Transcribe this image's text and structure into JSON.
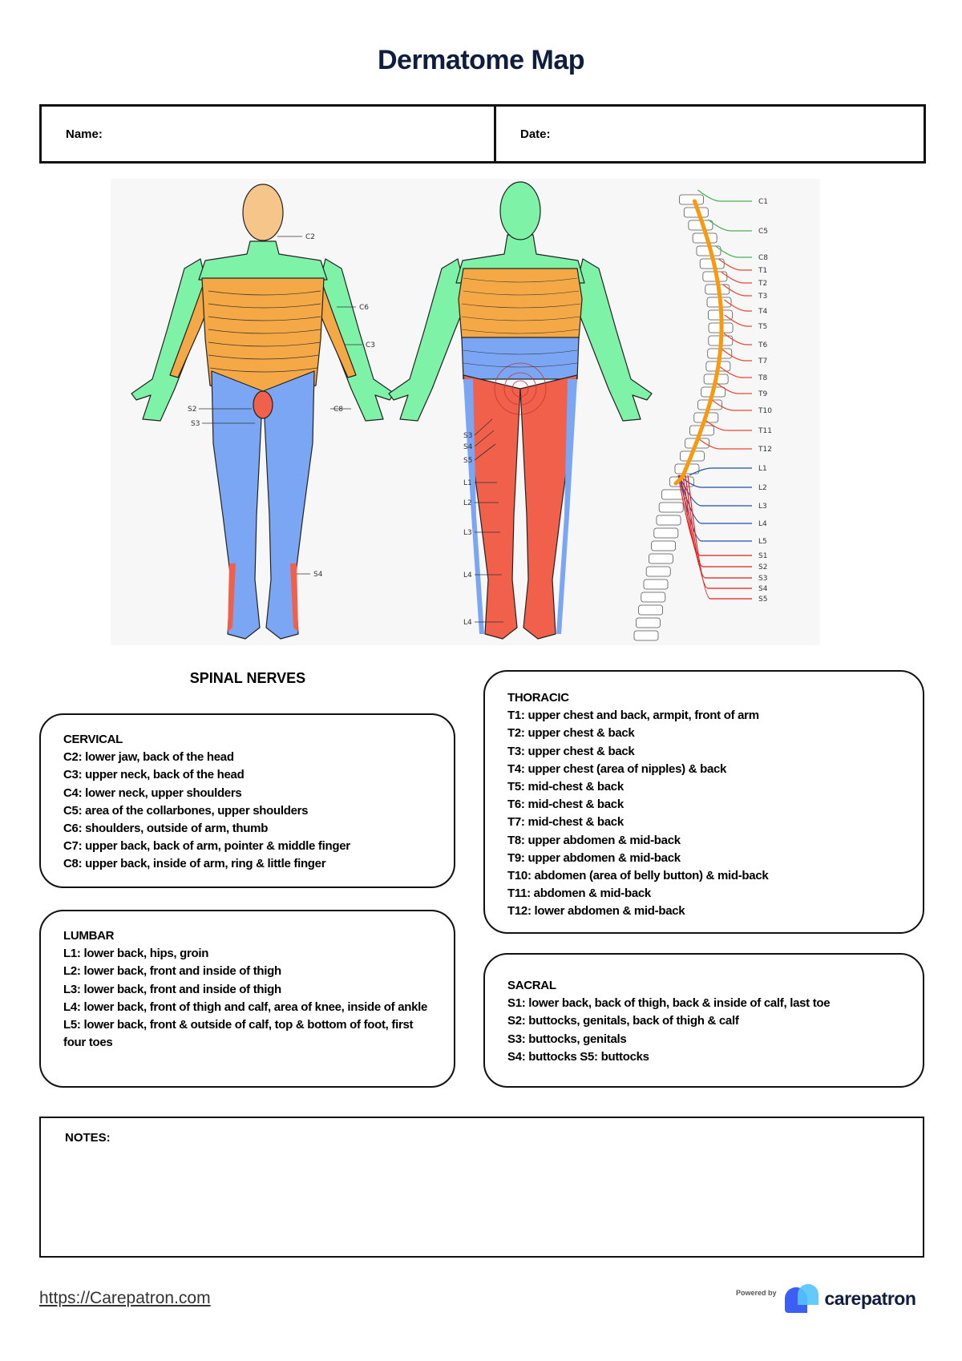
{
  "title": "Dermatome Map",
  "form": {
    "name_label": "Name:",
    "date_label": "Date:"
  },
  "figure": {
    "front_labels": [
      "C2",
      "C6",
      "C3",
      "C8",
      "S2",
      "S3",
      "S4"
    ],
    "back_labels": [
      "S3",
      "S4",
      "S5",
      "L1",
      "L2",
      "L3",
      "L4",
      "L4"
    ],
    "spine_labels": [
      "C1",
      "C5",
      "C8",
      "T1",
      "T2",
      "T3",
      "T4",
      "T5",
      "T6",
      "T7",
      "T8",
      "T9",
      "T10",
      "T11",
      "T12",
      "L1",
      "L2",
      "L3",
      "L4",
      "L5",
      "S1",
      "S2",
      "S3",
      "S4",
      "S5"
    ],
    "colors": {
      "cervical": "#7ef2a6",
      "thoracic": "#f5a846",
      "lumbar": "#7aa6f4",
      "sacral": "#f0604a",
      "skin": "#f5c58a",
      "spinal_cord": "#f79a10"
    }
  },
  "spinal_nerves_heading": "SPINAL NERVES",
  "sections": {
    "cervical": {
      "title": "CERVICAL",
      "items": [
        "C2: lower jaw, back of the head",
        "C3: upper neck, back of the head",
        "C4: lower neck, upper shoulders",
        "C5: area of the collarbones, upper shoulders",
        "C6: shoulders, outside of arm, thumb",
        "C7: upper back, back of arm, pointer & middle finger",
        "C8: upper back, inside of arm, ring & little finger"
      ]
    },
    "lumbar": {
      "title": "LUMBAR",
      "items": [
        "L1: lower back, hips, groin",
        "L2: lower back, front and inside of thigh",
        "L3: lower back, front and inside of thigh",
        "L4: lower back, front of thigh and calf, area of knee, inside of ankle",
        "L5: lower back, front & outside of calf, top & bottom of foot, first four toes"
      ]
    },
    "thoracic": {
      "title": "THORACIC",
      "items": [
        "T1: upper chest and back, armpit, front of arm",
        "T2: upper chest & back",
        "T3: upper chest & back",
        "T4: upper chest (area of nipples) & back",
        "T5: mid-chest & back",
        "T6: mid-chest & back",
        "T7: mid-chest & back",
        "T8: upper abdomen & mid-back",
        "T9: upper abdomen & mid-back",
        "T10: abdomen (area of belly button) & mid-back",
        "T11: abdomen & mid-back",
        "T12: lower abdomen & mid-back"
      ]
    },
    "sacral": {
      "title": "SACRAL",
      "items": [
        "S1: lower back, back of thigh, back & inside of calf, last toe",
        "S2: buttocks, genitals, back of thigh & calf",
        "S3: buttocks, genitals",
        "S4: buttocks S5: buttocks"
      ]
    }
  },
  "notes_label": "NOTES:",
  "footer": {
    "link": "https://Carepatron.com",
    "powered_by": "Powered by",
    "brand": "carepatron"
  }
}
